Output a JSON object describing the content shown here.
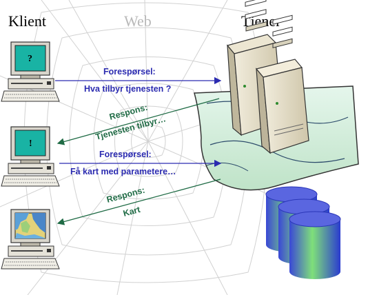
{
  "headings": {
    "client": "Klient",
    "web": "Web",
    "server": "Tjener"
  },
  "monitors": {
    "question": "?",
    "exclaim": "!"
  },
  "messages": {
    "request1_title": "Forespørsel:",
    "request1_body": "Hva tilbyr tjenesten ?",
    "response1_title": "Respons:",
    "response1_body": "Tjenesten tilbyr…",
    "request2_title": "Forespørsel:",
    "request2_body": "Få kart med parametere…",
    "response2_title": "Respons:",
    "response2_body": "Kart"
  },
  "colors": {
    "request": "#2b2bb0",
    "response": "#1f6b45",
    "web_label": "#b9b9b9",
    "screen": "#19b3a4",
    "map_panel": "#d8efe0",
    "db_top": "#4a57d8",
    "db_mid": "#7ee07c"
  }
}
